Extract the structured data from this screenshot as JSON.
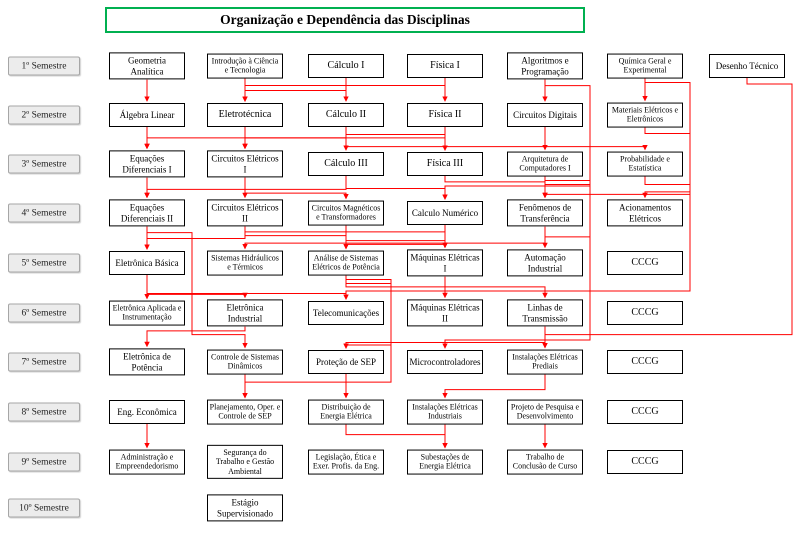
{
  "title": "Organização e Dependência das Disciplinas",
  "colors": {
    "arrow": "#ff0000",
    "title_border": "#00b050",
    "box_border": "#000000",
    "semester_bg": "#ececec"
  },
  "semesters": [
    {
      "row": 1,
      "label": "1º Semestre"
    },
    {
      "row": 2,
      "label": "2º Semestre"
    },
    {
      "row": 3,
      "label": "3º Semestre"
    },
    {
      "row": 4,
      "label": "4º Semestre"
    },
    {
      "row": 5,
      "label": "5º Semestre"
    },
    {
      "row": 6,
      "label": "6º Semestre"
    },
    {
      "row": 7,
      "label": "7º Semestre"
    },
    {
      "row": 8,
      "label": "8º Semestre"
    },
    {
      "row": 9,
      "label": "9º Semestre"
    },
    {
      "row": 10,
      "label": "10º Semestre"
    }
  ],
  "courses": [
    {
      "id": "geometria-analitica",
      "label": "Geometria Analítica",
      "row": 1,
      "col": 1
    },
    {
      "id": "intro-ciencia-tecnologia",
      "label": "Introdução à Ciência e Tecnologia",
      "row": 1,
      "col": 2
    },
    {
      "id": "calculo-1",
      "label": "Cálculo I",
      "row": 1,
      "col": 3
    },
    {
      "id": "fisica-1",
      "label": "Física I",
      "row": 1,
      "col": 4
    },
    {
      "id": "algoritmos-programacao",
      "label": "Algoritmos e Programação",
      "row": 1,
      "col": 5
    },
    {
      "id": "quimica-geral",
      "label": "Química Geral e Experimental",
      "row": 1,
      "col": 6
    },
    {
      "id": "desenho-tecnico",
      "label": "Desenho Técnico",
      "row": 1,
      "col": 7
    },
    {
      "id": "algebra-linear",
      "label": "Álgebra Linear",
      "row": 2,
      "col": 1
    },
    {
      "id": "eletrotecnica",
      "label": "Eletrotécnica",
      "row": 2,
      "col": 2
    },
    {
      "id": "calculo-2",
      "label": "Cálculo II",
      "row": 2,
      "col": 3
    },
    {
      "id": "fisica-2",
      "label": "Física II",
      "row": 2,
      "col": 4
    },
    {
      "id": "circuitos-digitais",
      "label": "Circuitos Digitais",
      "row": 2,
      "col": 5
    },
    {
      "id": "materiais-eletricos",
      "label": "Materiais Elétricos e Eletrônicos",
      "row": 2,
      "col": 6
    },
    {
      "id": "eq-diferenciais-1",
      "label": "Equações Diferenciais I",
      "row": 3,
      "col": 1
    },
    {
      "id": "circuitos-eletricos-1",
      "label": "Circuitos Elétricos I",
      "row": 3,
      "col": 2
    },
    {
      "id": "calculo-3",
      "label": "Cálculo III",
      "row": 3,
      "col": 3
    },
    {
      "id": "fisica-3",
      "label": "Física III",
      "row": 3,
      "col": 4
    },
    {
      "id": "arquitetura-computadores",
      "label": "Arquitetura de Computadores I",
      "row": 3,
      "col": 5
    },
    {
      "id": "probabilidade-estatistica",
      "label": "Probabilidade e Estatística",
      "row": 3,
      "col": 6
    },
    {
      "id": "eq-diferenciais-2",
      "label": "Equações Diferenciais II",
      "row": 4,
      "col": 1
    },
    {
      "id": "circuitos-eletricos-2",
      "label": "Circuitos Elétricos II",
      "row": 4,
      "col": 2
    },
    {
      "id": "circuitos-magneticos",
      "label": "Circuitos Magnéticos e Transformadores",
      "row": 4,
      "col": 3
    },
    {
      "id": "calculo-numerico",
      "label": "Calculo Numérico",
      "row": 4,
      "col": 4
    },
    {
      "id": "fenomenos-transferencia",
      "label": "Fenômenos de Transferência",
      "row": 4,
      "col": 5
    },
    {
      "id": "acionamentos-eletricos",
      "label": "Acionamentos Elétricos",
      "row": 4,
      "col": 6
    },
    {
      "id": "eletronica-basica",
      "label": "Eletrônica Básica",
      "row": 5,
      "col": 1
    },
    {
      "id": "sistemas-hidraulicos",
      "label": "Sistemas Hidráulicos e Térmicos",
      "row": 5,
      "col": 2
    },
    {
      "id": "analise-sep",
      "label": "Análise de Sistemas Elétricos de Potência",
      "row": 5,
      "col": 3
    },
    {
      "id": "maquinas-eletricas-1",
      "label": "Máquinas Elétricas I",
      "row": 5,
      "col": 4
    },
    {
      "id": "automacao-industrial",
      "label": "Automação Industrial",
      "row": 5,
      "col": 5
    },
    {
      "id": "cccg-5",
      "label": "CCCG",
      "row": 5,
      "col": 6
    },
    {
      "id": "eletronica-aplicada",
      "label": "Eletrônica Aplicada e Instrumentação",
      "row": 6,
      "col": 1
    },
    {
      "id": "eletronica-industrial",
      "label": "Eletrônica Industrial",
      "row": 6,
      "col": 2
    },
    {
      "id": "telecomunicacoes",
      "label": "Telecomunicações",
      "row": 6,
      "col": 3
    },
    {
      "id": "maquinas-eletricas-2",
      "label": "Máquinas Elétricas II",
      "row": 6,
      "col": 4
    },
    {
      "id": "linhas-transmissao",
      "label": "Linhas de Transmissão",
      "row": 6,
      "col": 5
    },
    {
      "id": "cccg-6",
      "label": "CCCG",
      "row": 6,
      "col": 6
    },
    {
      "id": "eletronica-potencia",
      "label": "Eletrônica de Potência",
      "row": 7,
      "col": 1
    },
    {
      "id": "controle-sistemas",
      "label": "Controle de Sistemas Dinâmicos",
      "row": 7,
      "col": 2
    },
    {
      "id": "protecao-sep",
      "label": "Proteção de SEP",
      "row": 7,
      "col": 3
    },
    {
      "id": "microcontroladores",
      "label": "Microcontroladores",
      "row": 7,
      "col": 4
    },
    {
      "id": "instalacoes-prediais",
      "label": "Instalações Elétricas Prediais",
      "row": 7,
      "col": 5
    },
    {
      "id": "cccg-7",
      "label": "CCCG",
      "row": 7,
      "col": 6
    },
    {
      "id": "eng-economica",
      "label": "Eng. Econômica",
      "row": 8,
      "col": 1
    },
    {
      "id": "planejamento-sep",
      "label": "Planejamento, Oper. e Controle de SEP",
      "row": 8,
      "col": 2
    },
    {
      "id": "distribuicao-ee",
      "label": "Distribuição de Energia Elétrica",
      "row": 8,
      "col": 3
    },
    {
      "id": "instalacoes-industriais",
      "label": "Instalações Elétricas Industriais",
      "row": 8,
      "col": 4
    },
    {
      "id": "projeto-pesquisa",
      "label": "Projeto de Pesquisa e Desenvolvimento",
      "row": 8,
      "col": 5
    },
    {
      "id": "cccg-8",
      "label": "CCCG",
      "row": 8,
      "col": 6
    },
    {
      "id": "administracao",
      "label": "Administração e Empreendedorismo",
      "row": 9,
      "col": 1
    },
    {
      "id": "seguranca-trabalho",
      "label": "Segurança do Trabalho e Gestão Ambiental",
      "row": 9,
      "col": 2
    },
    {
      "id": "legislacao",
      "label": "Legislação, Ética e Exer. Profis. da Eng.",
      "row": 9,
      "col": 3
    },
    {
      "id": "subestacoes",
      "label": "Subestações de Energia Elétrica",
      "row": 9,
      "col": 4
    },
    {
      "id": "tcc",
      "label": "Trabalho de Conclusão de Curso",
      "row": 9,
      "col": 5
    },
    {
      "id": "cccg-9",
      "label": "CCCG",
      "row": 9,
      "col": 6
    },
    {
      "id": "estagio",
      "label": "Estágio Supervisionado",
      "row": 10,
      "col": 2
    }
  ],
  "edges": [
    [
      "geometria-analitica",
      "algebra-linear"
    ],
    [
      "intro-ciencia-tecnologia",
      "eletrotecnica"
    ],
    [
      "calculo-1",
      "calculo-2"
    ],
    [
      "calculo-1",
      "eletrotecnica"
    ],
    [
      "fisica-1",
      "fisica-2"
    ],
    [
      "fisica-1",
      "eletrotecnica"
    ],
    [
      "algoritmos-programacao",
      "circuitos-digitais"
    ],
    [
      "quimica-geral",
      "materiais-eletricos"
    ],
    [
      "algebra-linear",
      "eq-diferenciais-1"
    ],
    [
      "calculo-2",
      "eq-diferenciais-1"
    ],
    [
      "calculo-2",
      "calculo-3"
    ],
    [
      "calculo-2",
      "fisica-3"
    ],
    [
      "calculo-2",
      "probabilidade-estatistica"
    ],
    [
      "eletrotecnica",
      "circuitos-eletricos-1"
    ],
    [
      "fisica-2",
      "fisica-3"
    ],
    [
      "fisica-2",
      "circuitos-eletricos-1"
    ],
    [
      "circuitos-digitais",
      "arquitetura-computadores"
    ],
    [
      "eq-diferenciais-1",
      "eq-diferenciais-2"
    ],
    [
      "circuitos-eletricos-1",
      "circuitos-eletricos-2"
    ],
    [
      "circuitos-eletricos-1",
      "circuitos-magneticos"
    ],
    [
      "calculo-3",
      "eq-diferenciais-2"
    ],
    [
      "calculo-3",
      "calculo-numerico"
    ],
    [
      "algoritmos-programacao",
      "calculo-numerico"
    ],
    [
      "fisica-3",
      "fenomenos-transferencia"
    ],
    [
      "quimica-geral",
      "fenomenos-transferencia"
    ],
    [
      "materiais-eletricos",
      "acionamentos-eletricos"
    ],
    [
      "eq-diferenciais-2",
      "eletronica-basica"
    ],
    [
      "circuitos-eletricos-2",
      "eletronica-basica"
    ],
    [
      "circuitos-eletricos-2",
      "analise-sep"
    ],
    [
      "circuitos-eletricos-2",
      "maquinas-eletricas-1"
    ],
    [
      "circuitos-magneticos",
      "maquinas-eletricas-1"
    ],
    [
      "fenomenos-transferencia",
      "sistemas-hidraulicos"
    ],
    [
      "calculo-numerico",
      "analise-sep"
    ],
    [
      "arquitetura-computadores",
      "automacao-industrial"
    ],
    [
      "eq-diferenciais-2",
      "controle-sistemas"
    ],
    [
      "eletronica-basica",
      "eletronica-aplicada"
    ],
    [
      "eletronica-basica",
      "eletronica-industrial"
    ],
    [
      "eletronica-basica",
      "telecomunicacoes"
    ],
    [
      "probabilidade-estatistica",
      "telecomunicacoes"
    ],
    [
      "analise-sep",
      "linhas-transmissao"
    ],
    [
      "maquinas-eletricas-1",
      "maquinas-eletricas-2"
    ],
    [
      "eletronica-industrial",
      "eletronica-potencia"
    ],
    [
      "analise-sep",
      "protecao-sep"
    ],
    [
      "linhas-transmissao",
      "protecao-sep"
    ],
    [
      "arquitetura-computadores",
      "microcontroladores"
    ],
    [
      "linhas-transmissao",
      "instalacoes-prediais"
    ],
    [
      "desenho-tecnico",
      "instalacoes-prediais"
    ],
    [
      "analise-sep",
      "planejamento-sep"
    ],
    [
      "controle-sistemas",
      "planejamento-sep"
    ],
    [
      "protecao-sep",
      "distribuicao-ee"
    ],
    [
      "instalacoes-prediais",
      "instalacoes-industriais"
    ],
    [
      "eng-economica",
      "administracao"
    ],
    [
      "distribuicao-ee",
      "subestacoes"
    ],
    [
      "instalacoes-industriais",
      "subestacoes"
    ],
    [
      "projeto-pesquisa",
      "tcc"
    ]
  ]
}
